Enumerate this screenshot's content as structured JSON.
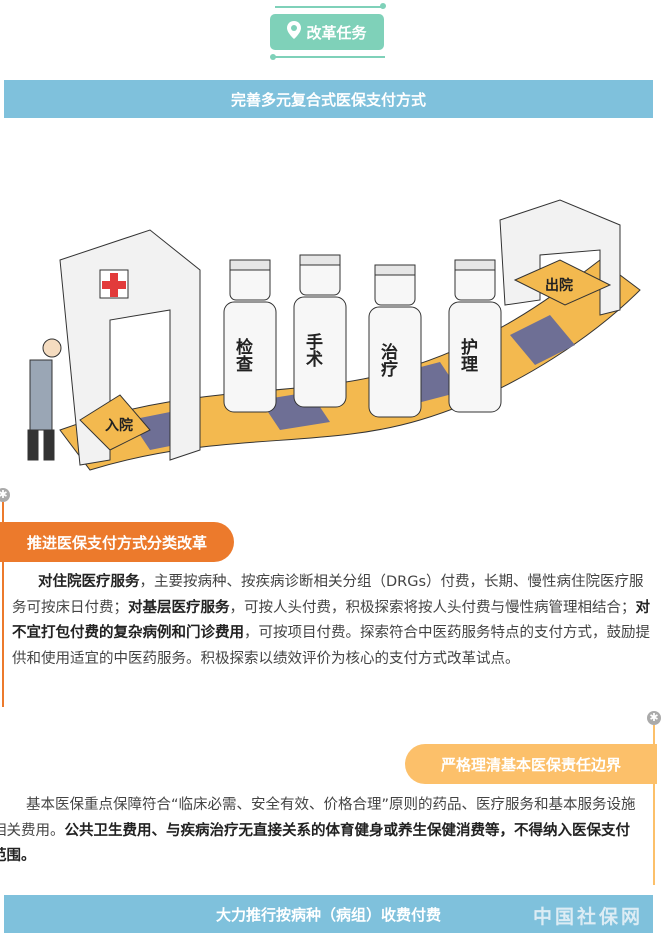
{
  "tag": {
    "label": "改革任务",
    "icon": "location-pin-icon"
  },
  "section_title": "完善多元复合式医保支付方式",
  "illustration": {
    "stations": [
      "检查",
      "手术",
      "治疗",
      "护理"
    ],
    "entry": "入院",
    "exit": "出院"
  },
  "part1": {
    "title": "推进医保支付方式分类改革",
    "segments": [
      {
        "t": "对住院医疗服务",
        "b": true
      },
      {
        "t": "，主要按病种、按疾病诊断相关分组（DRGs）付费，长期、慢性病住院医疗服务可按床日付费；",
        "b": false
      },
      {
        "t": "对基层医疗服务",
        "b": true
      },
      {
        "t": "，可按人头付费，积极探索将按人头付费与慢性病管理相结合；",
        "b": false
      },
      {
        "t": "对不宜打包付费的复杂病例和门诊费用",
        "b": true
      },
      {
        "t": "，可按项目付费。探索符合中医药服务特点的支付方式，鼓励提供和使用适宜的中医药服务。积极探索以绩效评价为核心的支付方式改革试点。",
        "b": false
      }
    ]
  },
  "part2": {
    "title": "严格理清基本医保责任边界",
    "segments": [
      {
        "t": "基本医保重点保障符合“临床必需、安全有效、价格合理”原则的药品、医疗服务和基本服务设施相关费用。",
        "b": false
      },
      {
        "t": "公共卫生费用、与疾病治疗无直接关系的体育健身或养生保健消费等，不得纳入医保支付范围。",
        "b": true
      }
    ]
  },
  "part3": {
    "title": "大力推行按病种（病组）收费付费"
  },
  "watermark": "中国社保网",
  "colors": {
    "teal": "#7fd1b9",
    "blue": "#7fc1dc",
    "orange": "#ec7a2c",
    "yellow": "#fcc06a"
  }
}
